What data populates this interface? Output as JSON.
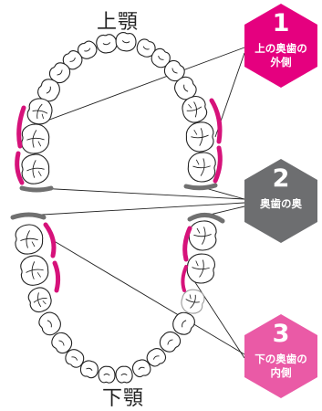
{
  "upper_label": "上顎",
  "lower_label": "下顎",
  "callouts": [
    {
      "num": "1",
      "line1": "上の奥歯の",
      "line2": "外側",
      "color": "#e5007f"
    },
    {
      "num": "2",
      "line1": "奥歯の奥",
      "line2": "",
      "color": "#6d6e70"
    },
    {
      "num": "3",
      "line1": "下の奥歯の",
      "line2": "内側",
      "color": "#ea5aa6"
    }
  ],
  "colors": {
    "highlight": "#d6127a",
    "back": "#707070",
    "pointer": "#222222",
    "tooth": "#222222"
  }
}
